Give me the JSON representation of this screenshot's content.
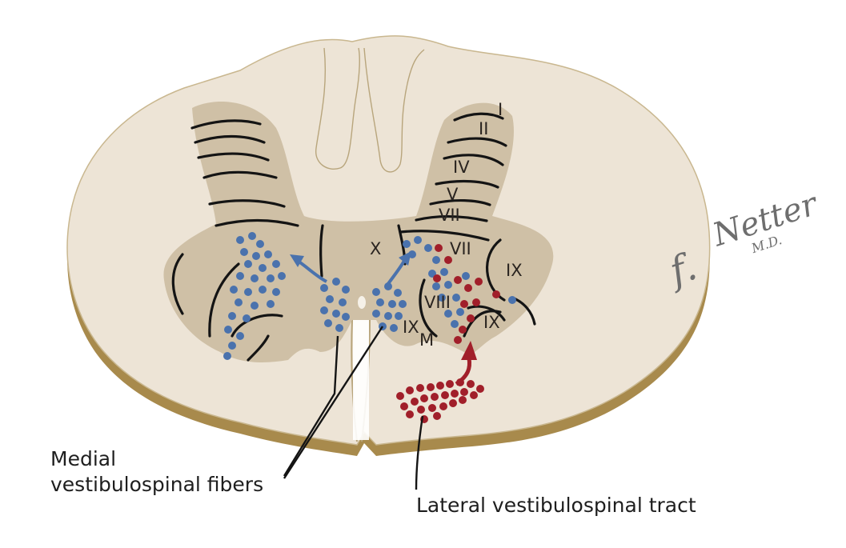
{
  "labels": {
    "medial_line1": "Medial",
    "medial_line2": "vestibulospinal fibers",
    "lateral": "Lateral vestibulospinal tract"
  },
  "laminae": {
    "I": "I",
    "II": "II",
    "IV": "IV",
    "V": "V",
    "VII_upper": "VII",
    "VII_lower": "VII",
    "X": "X",
    "IX_right_upper": "IX",
    "IX_right_lower": "IX",
    "VIII": "VIII",
    "IX_medial": "IX",
    "M": "M"
  },
  "signature": {
    "initial": "f.",
    "name": "Netter",
    "suffix": "M.D."
  },
  "colors": {
    "white_matter": "#ede4d6",
    "gray_matter": "#cfc0a6",
    "rim": "#a88a4c",
    "medial_fibers": "#4a72ad",
    "lateral_fibers": "#a11f2a",
    "lamina_lines": "#141414",
    "text": "#1e1e1e"
  }
}
